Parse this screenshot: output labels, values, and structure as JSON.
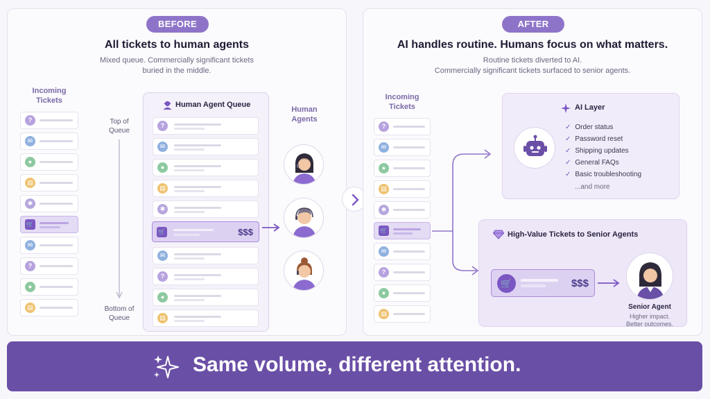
{
  "before": {
    "pill": "BEFORE",
    "title": "All tickets to human agents",
    "subtitle_line1": "Mixed queue. Commercially significant tickets",
    "subtitle_line2": "buried in the middle.",
    "incoming_label_line1": "Incoming",
    "incoming_label_line2": "Tickets",
    "top_label_line1": "Top of",
    "top_label_line2": "Queue",
    "bottom_label_line1": "Bottom of",
    "bottom_label_line2": "Queue",
    "queue_title": "Human Agent Queue",
    "agents_label_line1": "Human",
    "agents_label_line2": "Agents",
    "highlight_value": "$$$"
  },
  "after": {
    "pill": "AFTER",
    "title": "AI handles routine. Humans focus on what matters.",
    "subtitle_line1": "Routine tickets diverted to AI.",
    "subtitle_line2": "Commercially significant tickets surfaced to senior agents.",
    "incoming_label_line1": "Incoming",
    "incoming_label_line2": "Tickets",
    "ai_layer_title": "AI Layer",
    "ai_items": [
      "Order status",
      "Password reset",
      "Shipping updates",
      "General FAQs",
      "Basic troubleshooting"
    ],
    "ai_more": "...and more",
    "high_value_title": "High-Value Tickets to Senior Agents",
    "highlight_value": "$$$",
    "senior_agent": "Senior Agent",
    "senior_desc_line1": "Higher impact.",
    "senior_desc_line2": "Better outcomes."
  },
  "banner": {
    "text": "Same volume, different attention."
  },
  "colors": {
    "accent": "#6a4fa6",
    "pill": "#8e74c9",
    "highlight": "#ddd1f2"
  }
}
